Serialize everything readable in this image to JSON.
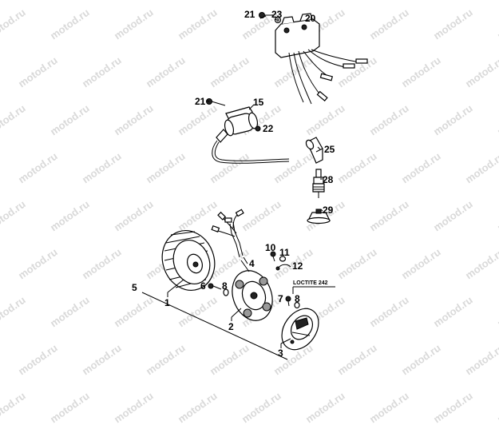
{
  "watermark": {
    "text": "motod.ru"
  },
  "callouts": {
    "c1": "1",
    "c2": "2",
    "c3": "3",
    "c4": "4",
    "c5": "5",
    "c6": "6",
    "c7": "7",
    "c8a": "8",
    "c8b": "8",
    "c10": "10",
    "c11": "11",
    "c12": "12",
    "c15": "15",
    "c20": "20",
    "c21a": "21",
    "c21b": "21",
    "c22": "22",
    "c23": "23",
    "c25": "25",
    "c28": "28",
    "c29": "29"
  },
  "notes": {
    "loctite": "LOCTITE 242"
  }
}
